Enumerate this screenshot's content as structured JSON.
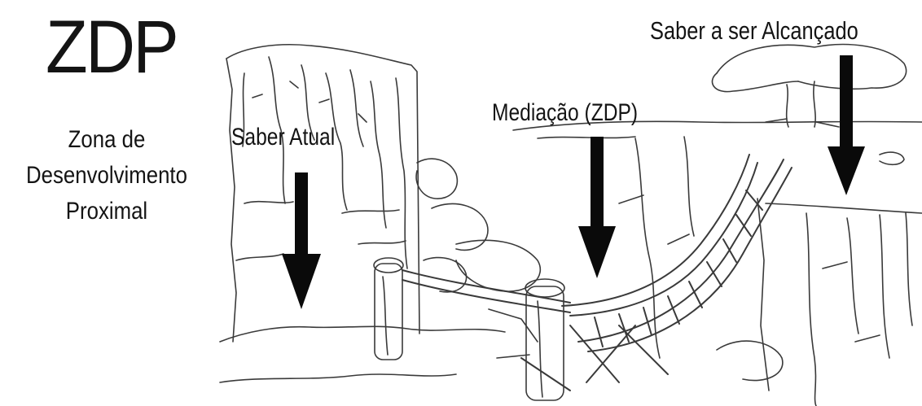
{
  "title": "ZDP",
  "subtitle_lines": [
    "Zona de",
    "Desenvolvimento",
    "Proximal"
  ],
  "labels": {
    "saber_atual": "Saber Atual",
    "mediacao": "Mediação (ZDP)",
    "saber_alcancado": "Saber a ser Alcançado"
  },
  "colors": {
    "ink": "#141414",
    "background": "#ffffff"
  },
  "illustration": [
    "cliff-left",
    "rope-bridge",
    "cliff-right",
    "tree",
    "boulders"
  ]
}
